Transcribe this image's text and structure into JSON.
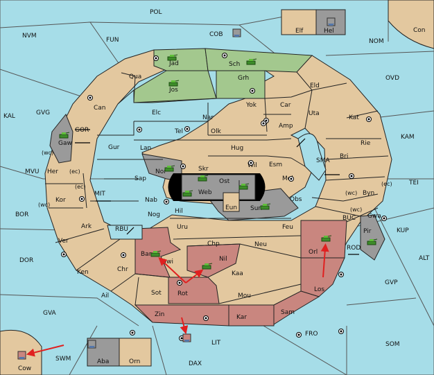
{
  "colors": {
    "sea": "#a6dde8",
    "land": "#e3c89f",
    "green": "#a3c88e",
    "red": "#c9867f",
    "gray": "#9a9a9a",
    "black": "#000000",
    "arrow": "#e02020"
  },
  "sea_labels": {
    "pol": "POL",
    "nvm": "NVM",
    "fun": "FUN",
    "cob": "COB",
    "nom": "NOM",
    "con": "Con",
    "ovd": "OVD",
    "kal": "KAL",
    "gvg": "GVG",
    "gor": "GOR",
    "kam": "KAM",
    "sma": "SMA",
    "tei": "TEI",
    "mvu": "MVU",
    "mit": "MIT",
    "bor": "BOR",
    "rbu": "RBU",
    "buc": "BUC",
    "kup": "KUP",
    "dor": "DOR",
    "rod": "ROD",
    "alt": "ALT",
    "gvp": "GVP",
    "gva": "GVA",
    "fro": "FRO",
    "lit": "LIT",
    "som": "SOM",
    "swm": "SWM",
    "dax": "DAX"
  },
  "land_labels": {
    "jad": "Jad",
    "sch": "Sch",
    "qua": "Qua",
    "jos": "Jos",
    "grh": "Grh",
    "eld": "Eld",
    "can": "Can",
    "yok": "Yok",
    "car": "Car",
    "uta": "Uta",
    "elc": "Elc",
    "nar": "Nar",
    "kat": "Kat",
    "tel": "Tel",
    "olk": "Olk",
    "amp": "Amp",
    "gaw": "Gaw",
    "gur": "Gur",
    "lan": "Lan",
    "hug": "Hug",
    "rie": "Rie",
    "bri": "Bri",
    "wil": "Wil",
    "esm": "Esm",
    "nor": "Nor",
    "skr": "Skr",
    "ost": "Ost",
    "her": "Her",
    "sap": "Sap",
    "web": "Web",
    "mel": "Mel",
    "byn": "Byn",
    "kor": "Kor",
    "nab": "Nab",
    "eun": "Eun",
    "sun": "Sun",
    "obs": "Obs",
    "gwa": "Gwa",
    "hil": "Hil",
    "nog": "Nog",
    "ark": "Ark",
    "uru": "Uru",
    "feu": "Feu",
    "pir": "Pir",
    "orl": "Orl",
    "ver": "Ver",
    "chp": "Chp",
    "neu": "Neu",
    "bar": "Bar",
    "qwi": "Qwi",
    "nil": "Nil",
    "ken": "Ken",
    "chr": "Chr",
    "kaa": "Kaa",
    "los": "Los",
    "rot": "Rot",
    "sot": "Sot",
    "ail": "Ail",
    "mou": "Mou",
    "zin": "Zin",
    "kar": "Kar",
    "sam": "Sam",
    "elf": "Elf",
    "hel": "Hel",
    "aba": "Aba",
    "orn": "Orn",
    "cow": "Cow"
  },
  "coast_tags": {
    "wc1": "(wc)",
    "ec1": "(ec)",
    "ec2": "(ec)",
    "wc2": "(wc)",
    "wc3": "(wc)",
    "ec3": "(ec)",
    "wc4": "(wc)"
  },
  "units": [
    {
      "type": "army",
      "province": "Jad",
      "owner": "green"
    },
    {
      "type": "army",
      "province": "Sch",
      "owner": "green"
    },
    {
      "type": "army",
      "province": "Jos",
      "owner": "green"
    },
    {
      "type": "army",
      "province": "Gaw",
      "owner": "green"
    },
    {
      "type": "army",
      "province": "Nor",
      "owner": "green"
    },
    {
      "type": "army",
      "province": "Skr",
      "owner": "green"
    },
    {
      "type": "army",
      "province": "Web",
      "owner": "green"
    },
    {
      "type": "army",
      "province": "Ost",
      "owner": "green"
    },
    {
      "type": "army",
      "province": "Sun",
      "owner": "green"
    },
    {
      "type": "army",
      "province": "Orl",
      "owner": "green"
    },
    {
      "type": "army",
      "province": "Pir",
      "owner": "green"
    },
    {
      "type": "army",
      "province": "Bar",
      "owner": "green"
    },
    {
      "type": "army",
      "province": "Nil",
      "owner": "green"
    },
    {
      "type": "fleet",
      "province": "COB",
      "owner": "gray"
    },
    {
      "type": "fleet",
      "province": "Hel",
      "owner": "gray"
    },
    {
      "type": "fleet",
      "province": "Aba",
      "owner": "gray"
    },
    {
      "type": "fleet",
      "province": "LIT",
      "owner": "red"
    },
    {
      "type": "fleet",
      "province": "Cow",
      "owner": "red"
    }
  ],
  "orders": [
    {
      "from": "Rot",
      "to": "Bar"
    },
    {
      "from": "Rot",
      "to": "Nil"
    },
    {
      "from": "Los",
      "to": "Orl"
    },
    {
      "from": "Zin",
      "to": "LIT"
    },
    {
      "from": "SWM",
      "to": "Cow"
    }
  ]
}
